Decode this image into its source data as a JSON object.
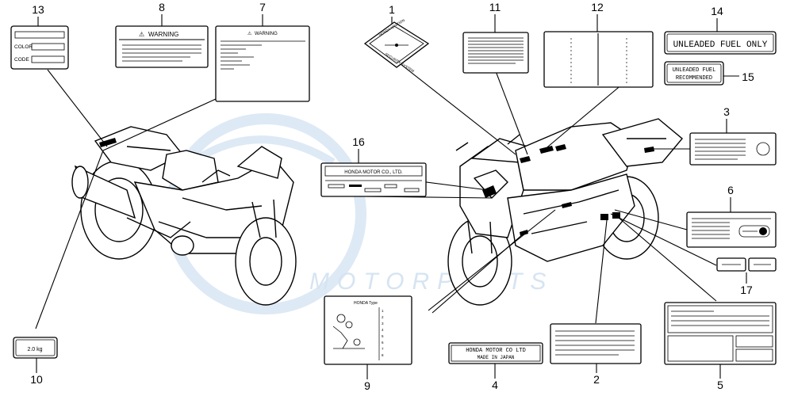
{
  "callouts": {
    "n1": "1",
    "n2": "2",
    "n3": "3",
    "n4": "4",
    "n5": "5",
    "n6": "6",
    "n7": "7",
    "n8": "8",
    "n9": "9",
    "n10": "10",
    "n11": "11",
    "n12": "12",
    "n13": "13",
    "n14": "14",
    "n15": "15",
    "n16": "16",
    "n17": "17"
  },
  "labels": {
    "color": "COLOR",
    "code": "CODE",
    "warning8": "WARNING",
    "warning7": "WARNING",
    "security_top": "HONDA IGNITION",
    "security_bottom": "SECURITY SYSTEM",
    "unleaded_only": "UNLEADED FUEL ONLY",
    "unleaded_rec_1": "UNLEADED FUEL",
    "unleaded_rec_2": "RECOMMENDED",
    "honda_motor_16": "HONDA MOTOR CO., LTD.",
    "honda_motor_4": "HONDA MOTOR CO LTD",
    "made_in_japan": "MADE IN JAPAN",
    "weight": "2.0 kg",
    "type_title": "HONDA Type"
  },
  "watermark": {
    "line": "MOTORPARTS"
  },
  "colors": {
    "watermark": "#d6e4f2",
    "ink": "#000000"
  }
}
